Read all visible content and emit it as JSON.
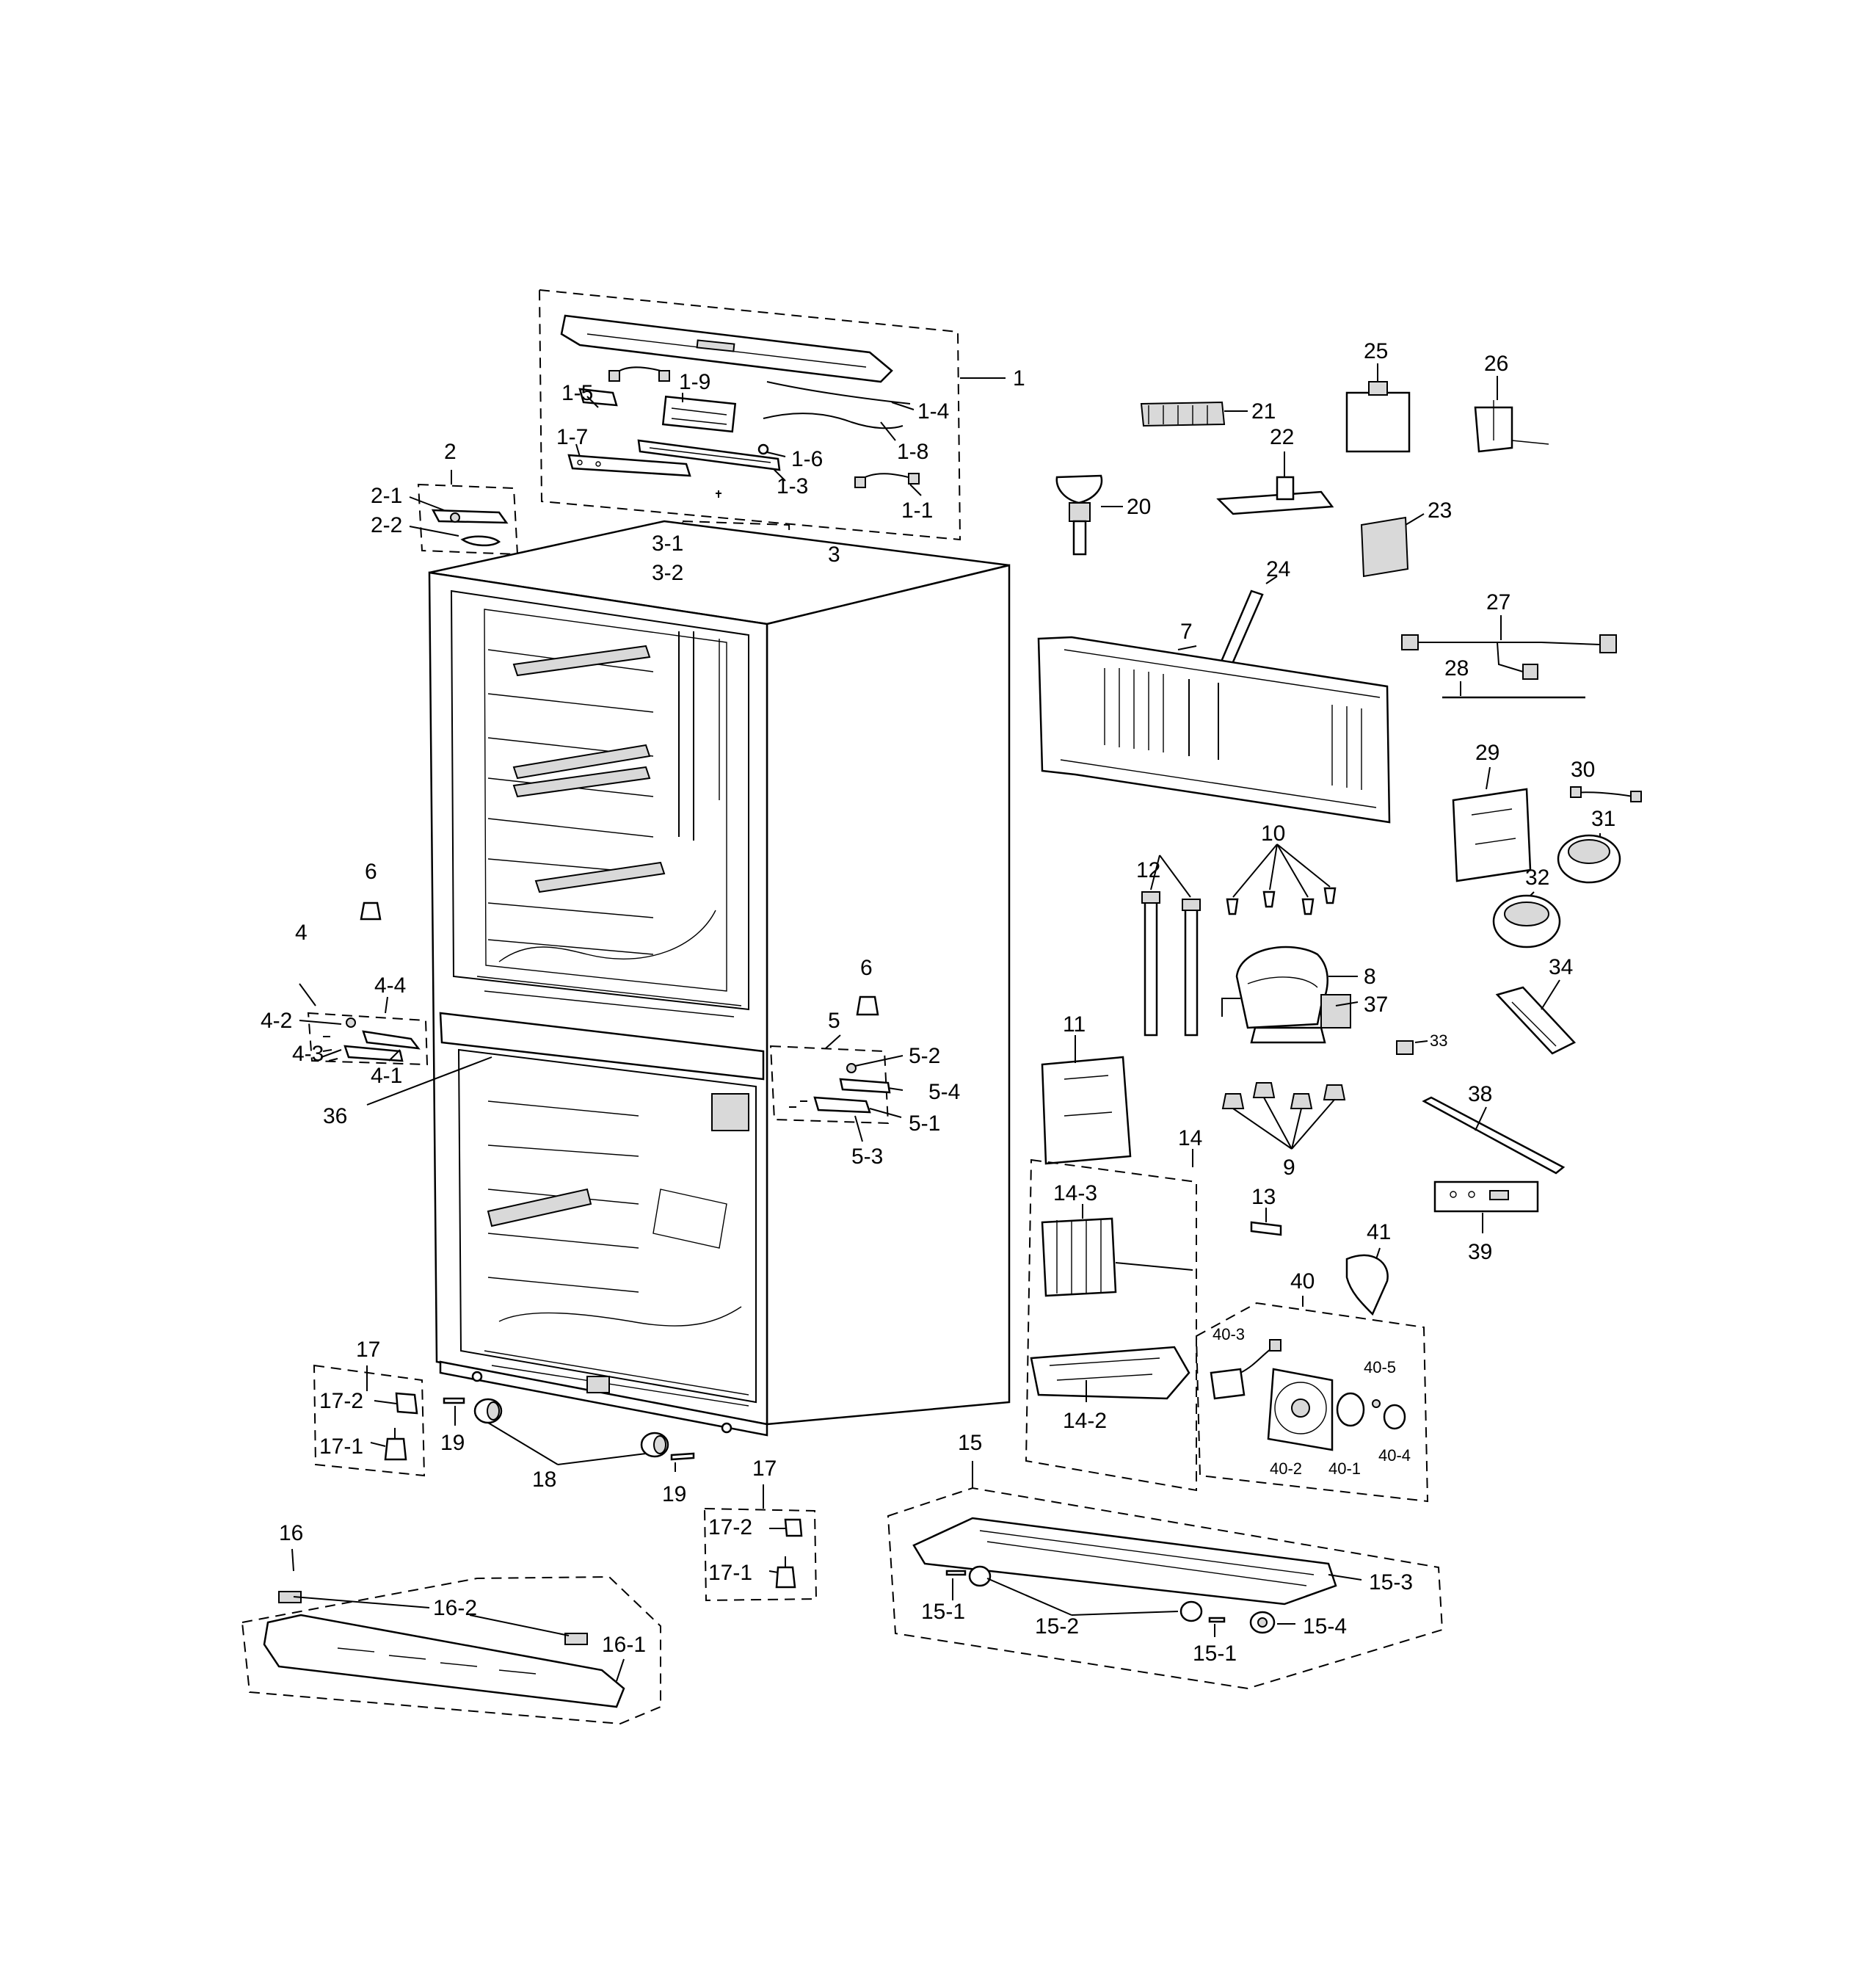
{
  "labels": {
    "l1": "1",
    "l1_1": "1-1",
    "l1_3": "1-3",
    "l1_4": "1-4",
    "l1_5": "1-5",
    "l1_6": "1-6",
    "l1_7": "1-7",
    "l1_8": "1-8",
    "l1_9": "1-9",
    "l2": "2",
    "l2_1": "2-1",
    "l2_2": "2-2",
    "l3": "3",
    "l3_1": "3-1",
    "l3_2": "3-2",
    "l4": "4",
    "l4_1": "4-1",
    "l4_2": "4-2",
    "l4_3": "4-3",
    "l4_4": "4-4",
    "l5": "5",
    "l5_1": "5-1",
    "l5_2": "5-2",
    "l5_3": "5-3",
    "l5_4": "5-4",
    "l6a": "6",
    "l6b": "6",
    "l7": "7",
    "l8": "8",
    "l9": "9",
    "l10": "10",
    "l11": "11",
    "l12": "12",
    "l13": "13",
    "l14": "14",
    "l14_2": "14-2",
    "l14_3": "14-3",
    "l15": "15",
    "l15_1a": "15-1",
    "l15_1b": "15-1",
    "l15_2": "15-2",
    "l15_3": "15-3",
    "l15_4": "15-4",
    "l16": "16",
    "l16_1": "16-1",
    "l16_2": "16-2",
    "l17a": "17",
    "l17_1a": "17-1",
    "l17_2a": "17-2",
    "l17b": "17",
    "l17_1b": "17-1",
    "l17_2b": "17-2",
    "l18": "18",
    "l19a": "19",
    "l19b": "19",
    "l20": "20",
    "l21": "21",
    "l22": "22",
    "l23": "23",
    "l24": "24",
    "l25": "25",
    "l26": "26",
    "l27": "27",
    "l28": "28",
    "l29": "29",
    "l30": "30",
    "l31": "31",
    "l32": "32",
    "l33": "33",
    "l34": "34",
    "l36": "36",
    "l37": "37",
    "l38": "38",
    "l39": "39",
    "l40": "40",
    "l40_1": "40-1",
    "l40_2": "40-2",
    "l40_3": "40-3",
    "l40_4": "40-4",
    "l40_5": "40-5",
    "l41": "41"
  }
}
